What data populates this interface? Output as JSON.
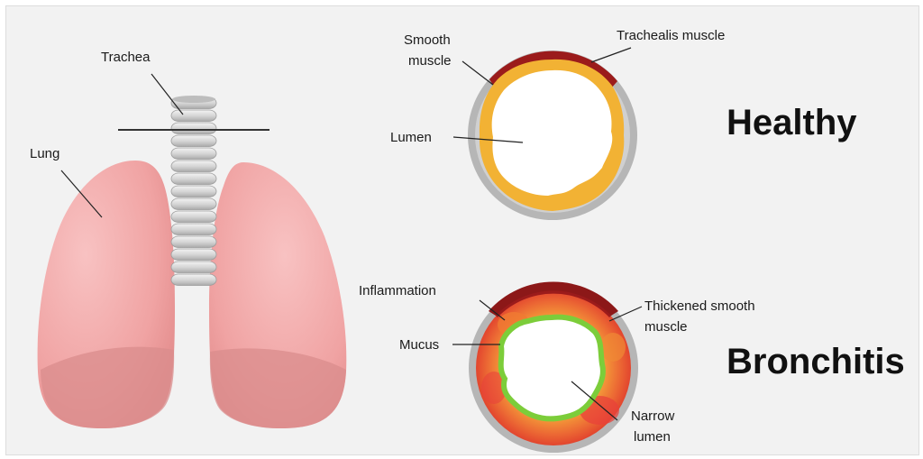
{
  "labels": {
    "trachea": "Trachea",
    "lung": "Lung",
    "smooth_muscle_line1": "Smooth",
    "smooth_muscle_line2": "muscle",
    "trachealis_muscle": "Trachealis muscle",
    "lumen": "Lumen",
    "inflammation": "Inflammation",
    "thickened_line1": "Thickened smooth",
    "thickened_line2": "muscle",
    "mucus": "Mucus",
    "narrow_line1": "Narrow",
    "narrow_line2": "lumen"
  },
  "states": {
    "healthy": "Healthy",
    "bronchitis": "Bronchitis"
  },
  "colors": {
    "background": "#f2f2f2",
    "lung": "#f2a8a8",
    "lung_shadow": "#d98c8c",
    "trachea_ring": "#d9d9d9",
    "wall_gray": "#b5b5b5",
    "smooth_muscle": "#f2b234",
    "trachealis": "#9b1b1b",
    "inflammation_red": "#e8423a",
    "mucus_green": "#7ccd3a"
  }
}
